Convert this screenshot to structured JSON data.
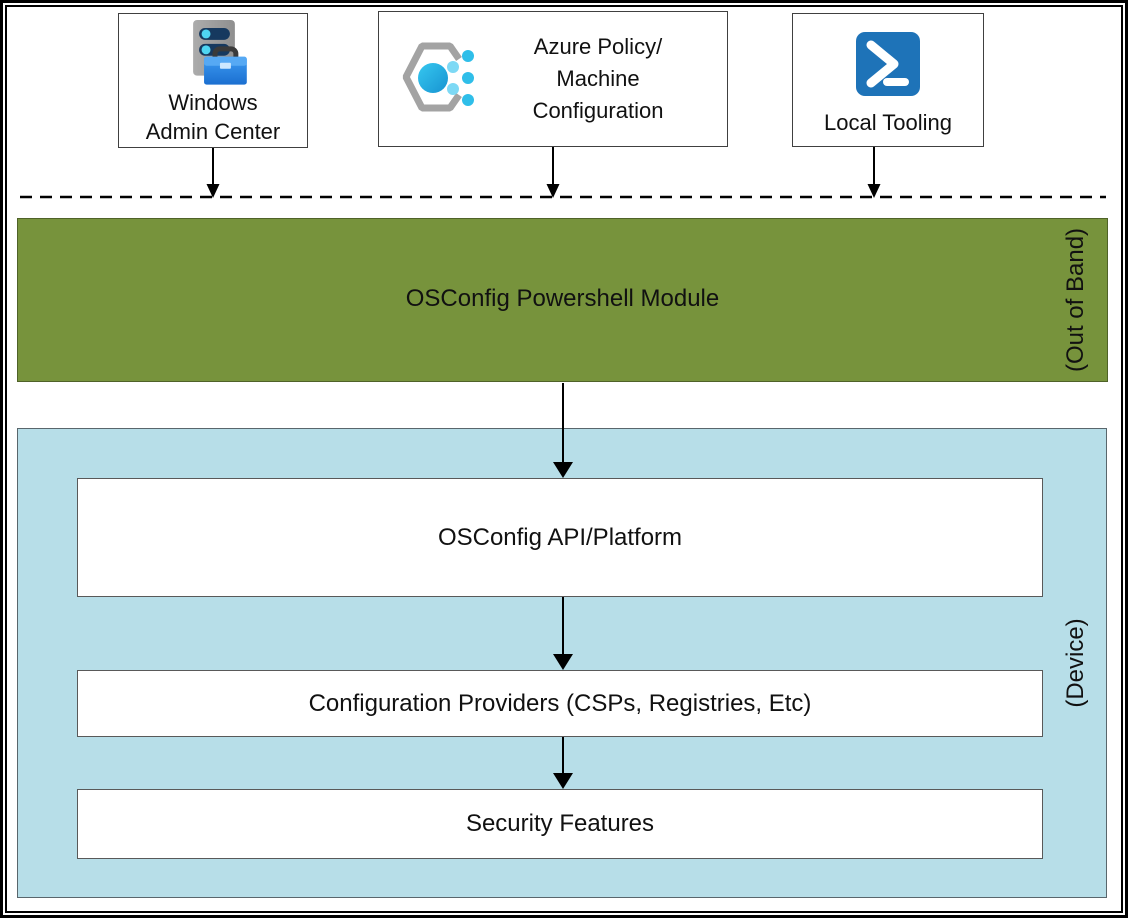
{
  "top_row": {
    "windows_admin_center": {
      "label": "Windows\nAdmin Center",
      "icon": "windows-admin-center-icon"
    },
    "azure_policy": {
      "label": "Azure Policy/\nMachine\nConfiguration",
      "icon": "azure-machine-configuration-icon"
    },
    "local_tooling": {
      "label": "Local Tooling",
      "icon": "powershell-icon"
    }
  },
  "bands": {
    "out_of_band": {
      "module_label": "OSConfig Powershell Module",
      "side_label": "(Out of Band)"
    },
    "device": {
      "side_label": "(Device)",
      "layers": [
        {
          "label": "OSConfig API/Platform"
        },
        {
          "label": "Configuration Providers (CSPs, Registries, Etc)"
        },
        {
          "label": "Security Features"
        }
      ]
    }
  },
  "colors": {
    "out_of_band_fill": "#77933C",
    "device_fill": "#B7DEE8",
    "powershell_blue": "#1E73B8",
    "azure_cyan": "#29B9E7",
    "toolbox_blue": "#2B87E0",
    "server_gray": "#9E9E9E",
    "server_bar_navy": "#16395F",
    "arrow_black": "#000000"
  }
}
